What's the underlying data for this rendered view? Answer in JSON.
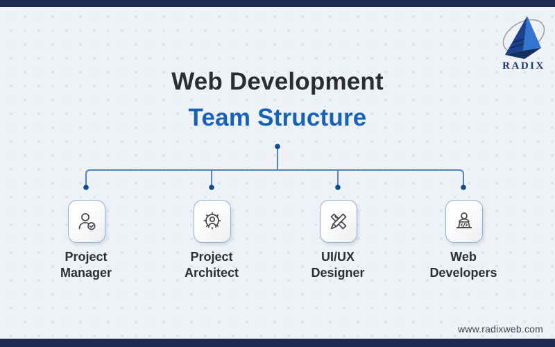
{
  "colors": {
    "background": "#eef1f6",
    "frame_bar": "#1b2a4d",
    "dot_pattern": "#d8dee9",
    "title_primary": "#2b2d31",
    "title_accent": "#1463b8",
    "connector_line": "#4f86ba",
    "connector_dot": "#0d4c94",
    "card_border": "#92b0d5",
    "icon_stroke": "#43464b"
  },
  "logo": {
    "text": "RADIX"
  },
  "title": {
    "line1": "Web Development",
    "line2": "Team Structure"
  },
  "org_chart": {
    "roles": [
      {
        "icon": "person-check-icon",
        "label": [
          "Project",
          "Manager"
        ]
      },
      {
        "icon": "gear-person-icon",
        "label": [
          "Project",
          "Architect"
        ]
      },
      {
        "icon": "pencil-ruler-icon",
        "label": [
          "UI/UX",
          "Designer"
        ]
      },
      {
        "icon": "person-laptop-icon",
        "label": [
          "Web",
          "Developers"
        ]
      }
    ]
  },
  "footer": {
    "website": "www.radixweb.com"
  }
}
